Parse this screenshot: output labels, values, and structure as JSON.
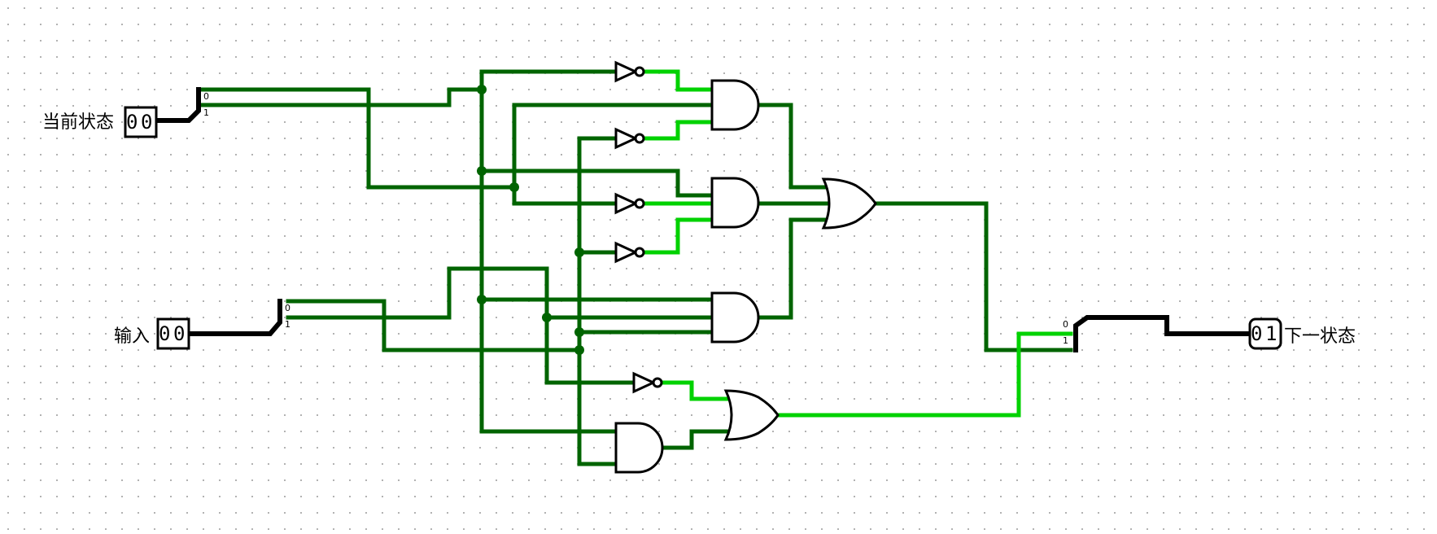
{
  "inputs": {
    "state": {
      "label": "当前状态",
      "value_bits": [
        "0",
        "0"
      ]
    },
    "input": {
      "label": "输入",
      "value_bits": [
        "0",
        "0"
      ]
    }
  },
  "output": {
    "label": "下一状态",
    "value_bits": [
      "0",
      "1"
    ]
  },
  "splitter_pins": {
    "pin0": "0",
    "pin1": "1"
  },
  "colors": {
    "wire_off": "#006400",
    "wire_on": "#00d200",
    "bus": "#000000",
    "grid": "#9a9a9a"
  },
  "gate_types": [
    "NOT",
    "AND",
    "OR"
  ]
}
